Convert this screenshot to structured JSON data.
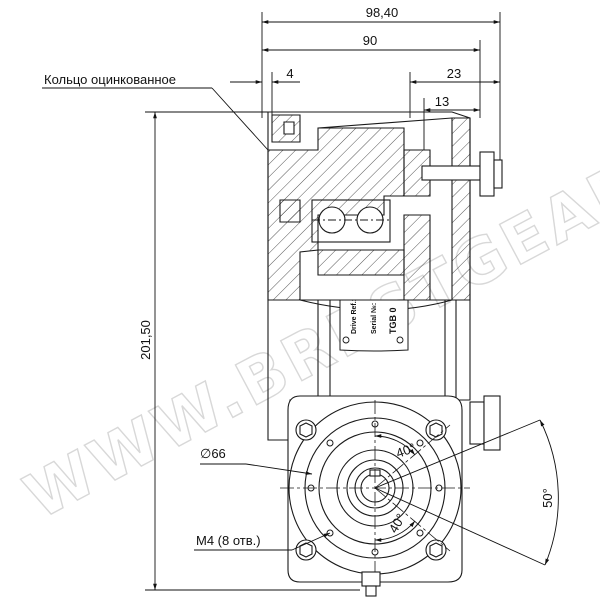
{
  "labels": {
    "ring_note": "Кольцо оцинкованное",
    "dim_total_width": "98,40",
    "dim_body_width": "90",
    "dim_ring": "4",
    "dim_right_23": "23",
    "dim_right_13": "13",
    "dim_height": "201,50",
    "dim_diameter": "∅66",
    "dim_holes": "М4 (8 отв.)",
    "angle_40_top": "40°",
    "angle_40_bottom": "40°",
    "angle_50": "50°"
  },
  "nameplate": {
    "line1": "Drive Ref.:",
    "line2": "Serial №:",
    "line3": "TGB 0"
  },
  "watermark": "WWW.BRESTGEAR.RU",
  "colors": {
    "line": "#1a1a1a",
    "hatch": "#2a2a2a",
    "watermark": "#d8d8d8"
  }
}
